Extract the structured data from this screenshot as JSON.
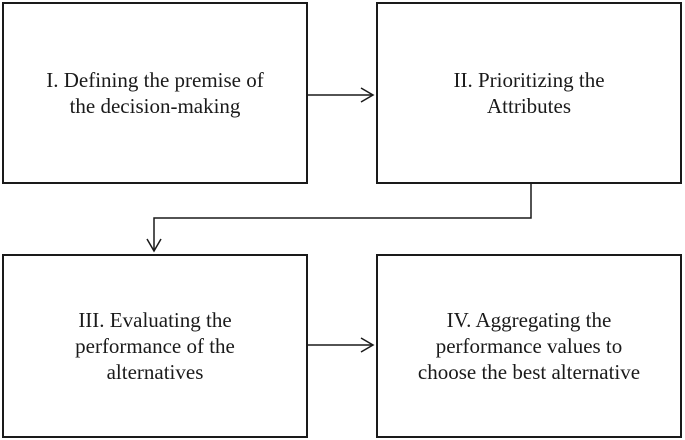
{
  "diagram": {
    "steps": [
      {
        "id": "step-1",
        "label": "I. Defining the premise of\nthe decision-making"
      },
      {
        "id": "step-2",
        "label": "II. Prioritizing the\nAttributes"
      },
      {
        "id": "step-3",
        "label": "III. Evaluating the\nperformance of the\nalternatives"
      },
      {
        "id": "step-4",
        "label": "IV. Aggregating the\nperformance values to\nchoose the best alternative"
      }
    ],
    "colors": {
      "stroke": "#1a1a1a",
      "background": "#ffffff"
    }
  }
}
